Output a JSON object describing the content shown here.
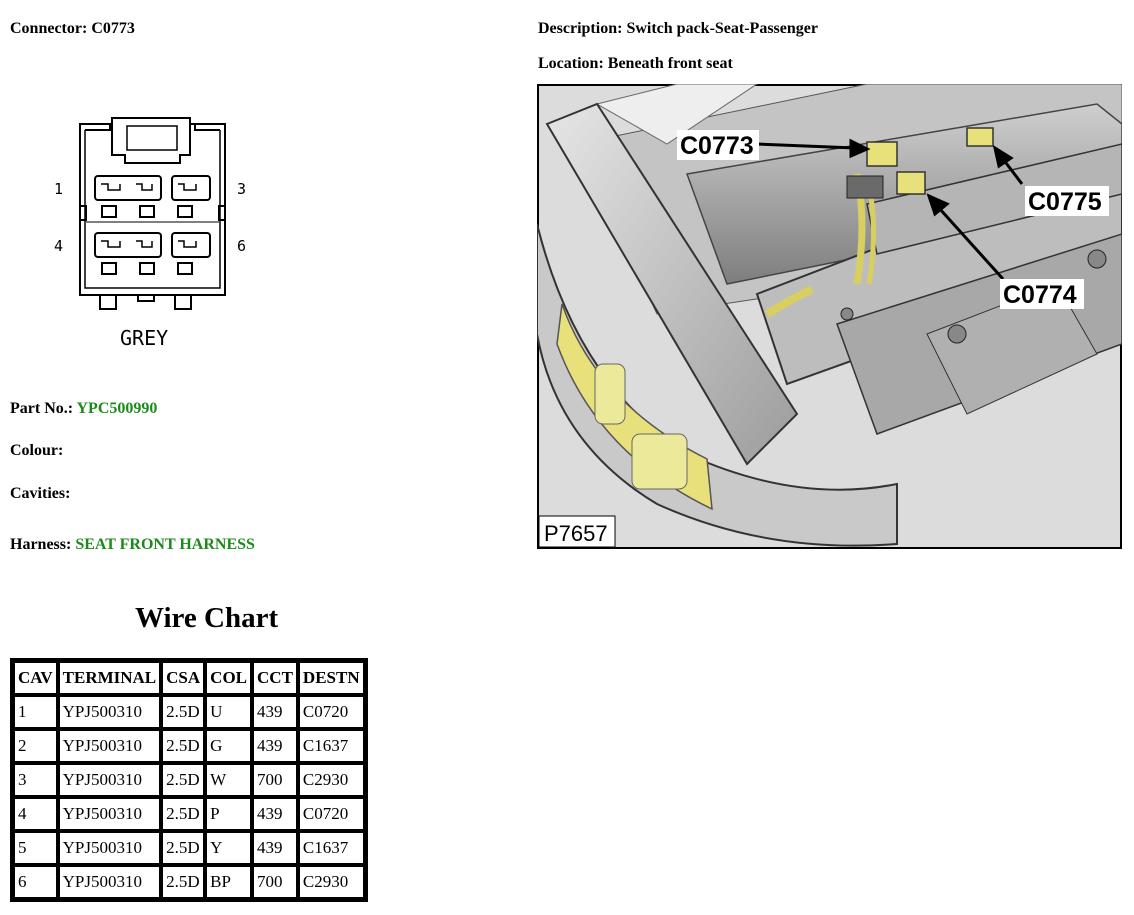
{
  "header": {
    "connector_label": "Connector:",
    "connector_value": "C0773",
    "description_label": "Description:",
    "description_value": "Switch pack-Seat-Passenger",
    "location_label": "Location:",
    "location_value": "Beneath front seat"
  },
  "connector_face": {
    "pin_labels": [
      "1",
      "3",
      "4",
      "6"
    ],
    "colour_text": "GREY"
  },
  "info": {
    "part_label": "Part No.:",
    "part_value": "YPC500990",
    "colour_label": "Colour:",
    "cavities_label": "Cavities:",
    "harness_label": "Harness:",
    "harness_value": "SEAT FRONT HARNESS"
  },
  "photo": {
    "callouts": [
      "C0773",
      "C0775",
      "C0774"
    ],
    "ref": "P7657"
  },
  "wire_chart": {
    "title": "Wire Chart",
    "headers": [
      "CAV",
      "TERMINAL",
      "CSA",
      "COL",
      "CCT",
      "DESTN"
    ],
    "rows": [
      [
        "1",
        "YPJ500310",
        "2.5D",
        "U",
        "439",
        "C0720"
      ],
      [
        "2",
        "YPJ500310",
        "2.5D",
        "G",
        "439",
        "C1637"
      ],
      [
        "3",
        "YPJ500310",
        "2.5D",
        "W",
        "700",
        "C2930"
      ],
      [
        "4",
        "YPJ500310",
        "2.5D",
        "P",
        "439",
        "C0720"
      ],
      [
        "5",
        "YPJ500310",
        "2.5D",
        "Y",
        "439",
        "C1637"
      ],
      [
        "6",
        "YPJ500310",
        "2.5D",
        "BP",
        "700",
        "C2930"
      ]
    ]
  },
  "colors": {
    "link_green": "#1a8a1a",
    "connector_yellow": "#e8e07a"
  }
}
